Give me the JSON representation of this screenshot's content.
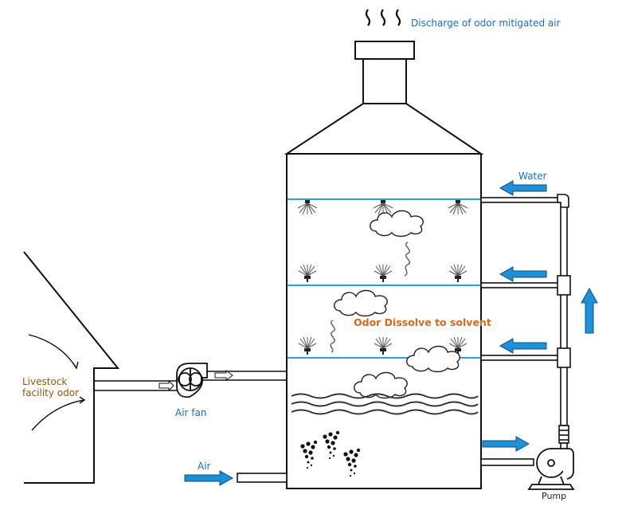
{
  "labels": {
    "discharge": "Discharge of odor mitigated air",
    "water": "Water",
    "odor_dissolve": "Odor Dissolve to solvent",
    "livestock_line1": "Livestock",
    "livestock_line2": "facility odor",
    "air_fan": "Air fan",
    "air": "Air",
    "pump": "Pump"
  },
  "colors": {
    "label_blue": "#1a6fbf",
    "label_brown": "#8a5a14",
    "label_orange": "#d2691e",
    "water_line": "#29a3d6",
    "arrow_fill": "#1f8fd6"
  }
}
